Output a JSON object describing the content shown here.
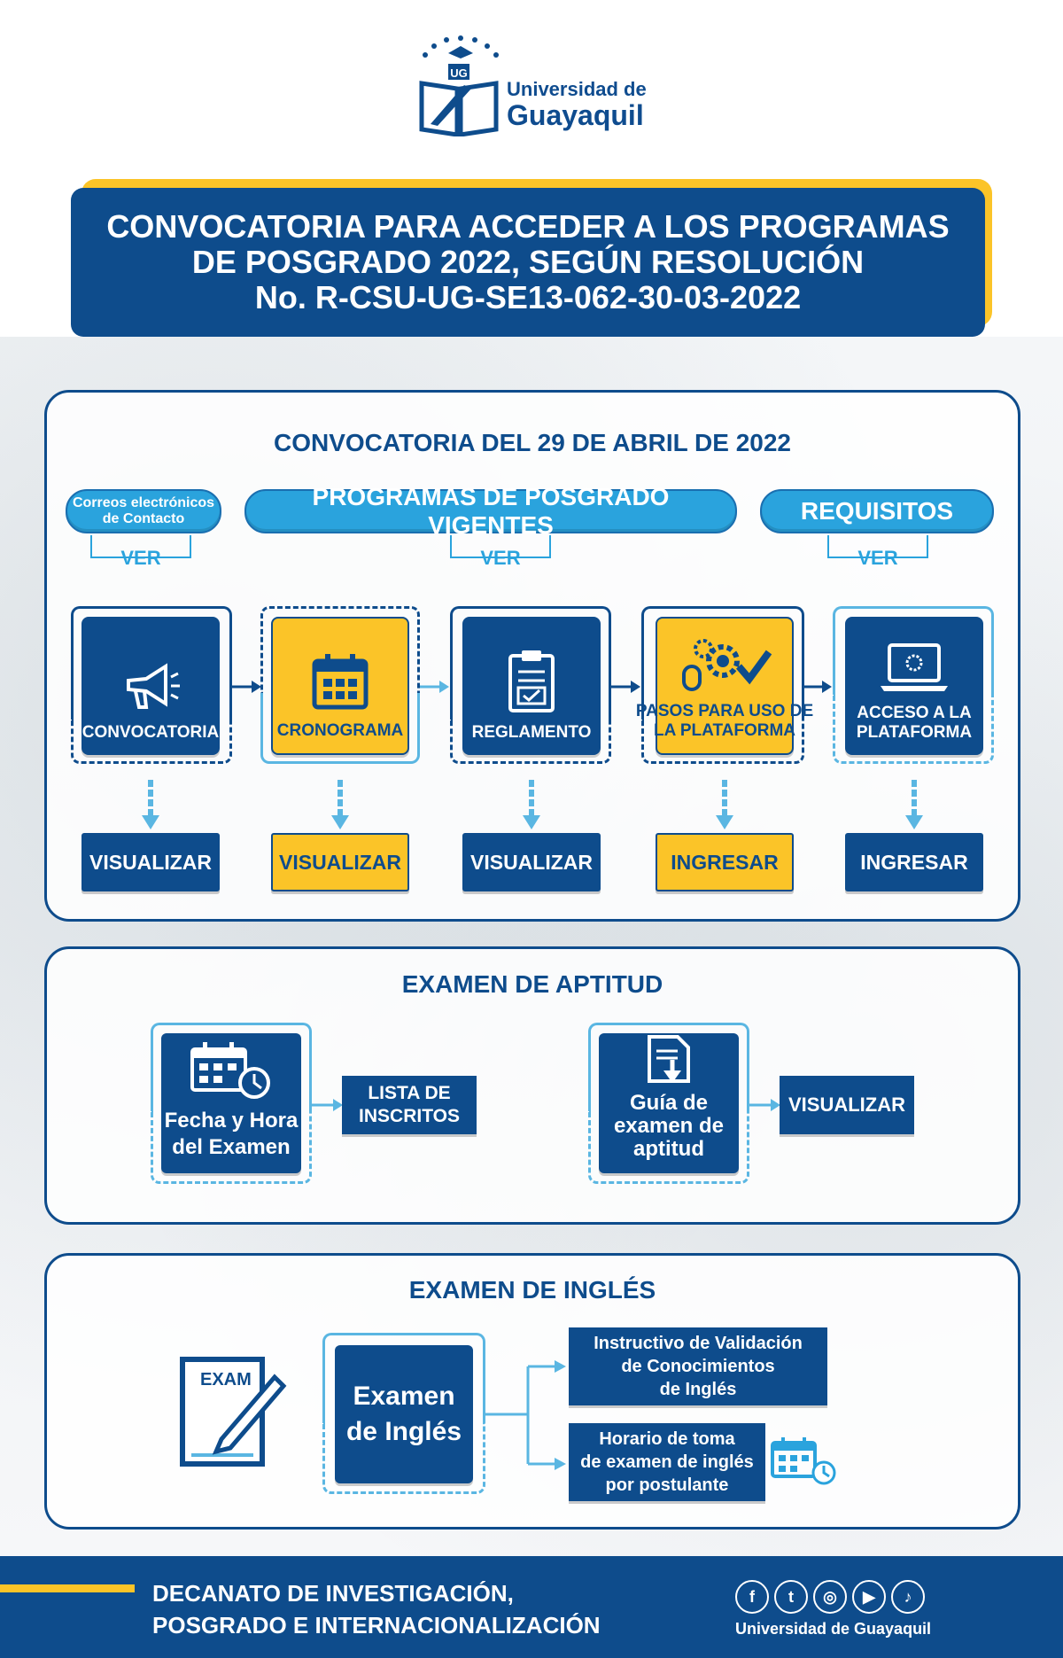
{
  "header": {
    "logo_line1": "Universidad de",
    "logo_line2": "Guayaquil"
  },
  "banner": {
    "line1": "CONVOCATORIA PARA ACCEDER A LOS PROGRAMAS",
    "line2": "DE POSGRADO 2022, SEGÚN RESOLUCIÓN",
    "line3": "No. R-CSU-UG-SE13-062-30-03-2022"
  },
  "convocatoria": {
    "title": "CONVOCATORIA DEL 29 DE ABRIL DE 2022",
    "pills": [
      {
        "label_1": "Correos electrónicos",
        "label_2": "de Contacto",
        "ver": "VER"
      },
      {
        "label": "PROGRAMAS DE POSGRADO VIGENTES",
        "ver": "VER"
      },
      {
        "label": "REQUISITOS",
        "ver": "VER"
      }
    ],
    "steps": [
      {
        "label_1": "CONVOCATORIA",
        "label_2": "",
        "icon": "megaphone-icon",
        "button": "VISUALIZAR"
      },
      {
        "label_1": "CRONOGRAMA",
        "label_2": "",
        "icon": "calendar-icon",
        "button": "VISUALIZAR"
      },
      {
        "label_1": "REGLAMENTO",
        "label_2": "",
        "icon": "clipboard-check-icon",
        "button": "VISUALIZAR"
      },
      {
        "label_1": "PASOS PARA USO DE",
        "label_2": "LA PLATAFORMA",
        "icon": "gears-mouse-icon",
        "button": "INGRESAR"
      },
      {
        "label_1": "ACCESO A LA",
        "label_2": "PLATAFORMA",
        "icon": "laptop-icon",
        "button": "INGRESAR"
      }
    ]
  },
  "aptitud": {
    "title": "EXAMEN DE APTITUD",
    "left_card_1": "Fecha y Hora",
    "left_card_2": "del Examen",
    "left_button_1": "LISTA DE",
    "left_button_2": "INSCRITOS",
    "right_card_1": "Guía de",
    "right_card_2": "examen de",
    "right_card_3": "aptitud",
    "right_button": "VISUALIZAR"
  },
  "ingles": {
    "title": "EXAMEN DE INGLÉS",
    "exam_icon_label": "EXAM",
    "card_1": "Examen",
    "card_2": "de Inglés",
    "option1_1": "Instructivo de Validación",
    "option1_2": "de Conocimientos",
    "option1_3": "de Inglés",
    "option2_1": "Horario de toma",
    "option2_2": "de examen de inglés",
    "option2_3": "por postulante"
  },
  "footer": {
    "line1": "DECANATO DE INVESTIGACIÓN,",
    "line2": "POSGRADO E INTERNACIONALIZACIÓN",
    "brand": "Universidad de Guayaquil",
    "social": [
      "facebook-icon",
      "twitter-icon",
      "instagram-icon",
      "youtube-icon",
      "tiktok-icon"
    ]
  },
  "colors": {
    "primary": "#0e4c8c",
    "accent": "#fbc428",
    "light": "#2aa3dd"
  }
}
